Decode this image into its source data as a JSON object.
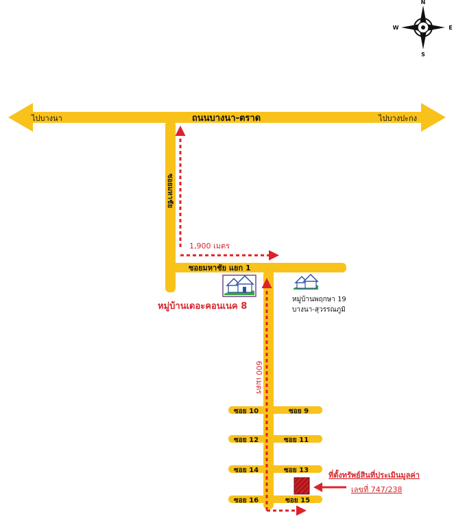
{
  "compass": {
    "n": "N",
    "s": "S",
    "e": "E",
    "w": "W",
    "icon": "compass-rose-icon"
  },
  "main_road": {
    "name": "ถนนบางนา-ตราด",
    "west": "ไปบางนา",
    "east": "ไปบางปะกง"
  },
  "side_road": {
    "name": "ซอยมหาชัย"
  },
  "branch_road": {
    "name": "ซอยมหาชัย แยก 1"
  },
  "distances": {
    "first": "1,900 เมตร",
    "second": "600 เมตร"
  },
  "landmarks": {
    "village1": "หมู่บ้านเดอะคอนเนค 8",
    "village2_line1": "หมู่บ้านพฤกษา 19",
    "village2_line2": "บางนา-สุวรรณภูมิ",
    "house_icon": "house-icon"
  },
  "sois": {
    "soi10": "ซอย 10",
    "soi9": "ซอย 9",
    "soi12": "ซอย 12",
    "soi11": "ซอย 11",
    "soi14": "ซอย 14",
    "soi13": "ซอย 13",
    "soi16": "ซอย 16",
    "soi15": "ซอย 15"
  },
  "property": {
    "title": "ที่ตั้งทรัพย์สินที่ประเมินมูลค่า",
    "number": "เลขที่ 747/238"
  },
  "colors": {
    "road": "#f9c21b",
    "route": "#e0202a",
    "marker": "#c81e24"
  }
}
